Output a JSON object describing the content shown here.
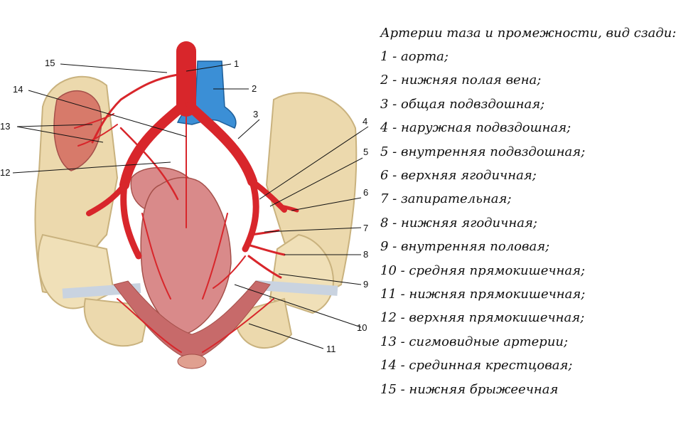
{
  "legend": {
    "title": "Артерии таза и промежности, вид сзади:",
    "items": [
      "1 - аорта;",
      "2 - нижняя полая вена;",
      "3 - общая подвздошная;",
      "4 - наружная подвздошная;",
      "5 - внутренняя подвздошная;",
      "6 - верхняя ягодичная;",
      "7 - запирательная;",
      "8 - нижняя ягодичная;",
      "9 - внутренняя половая;",
      "10 - средняя прямокишечная;",
      "11 - нижняя прямокишечная;",
      "12 - верхняя прямокишечная;",
      "13 - сигмовидные артерии;",
      "14 - срединная крестцовая;",
      "15 - нижняя брыжеечная"
    ]
  },
  "callouts": [
    "1",
    "2",
    "3",
    "4",
    "5",
    "6",
    "7",
    "8",
    "9",
    "10",
    "11",
    "12",
    "13",
    "14",
    "15"
  ],
  "colors": {
    "artery": "#d8262b",
    "vein": "#3b8fd6",
    "bone": "#ecd9ad",
    "bone_shadow": "#c9b27e",
    "rectum": "#d98a8a",
    "sigmoid": "#d77a6a",
    "ligament": "#c9d3e0"
  }
}
